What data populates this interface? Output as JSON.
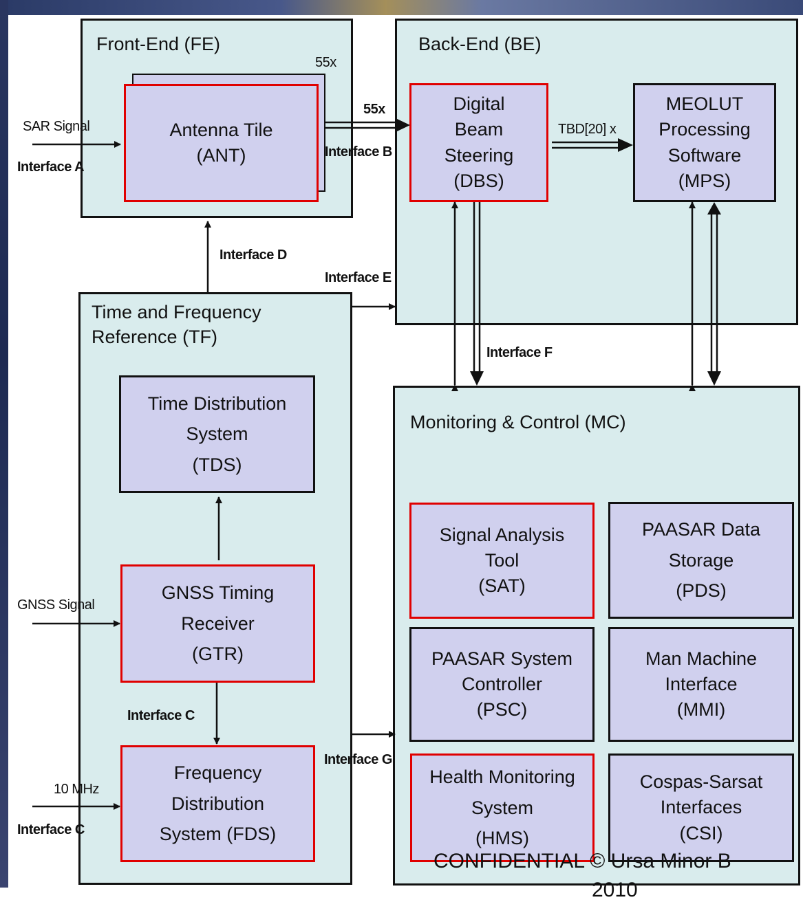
{
  "front_end": {
    "title": "Front-End (FE)",
    "multiplier": "55x",
    "antenna_tile": "Antenna Tile\n(ANT)"
  },
  "back_end": {
    "title": "Back-End (BE)",
    "dbs": "Digital\nBeam\nSteering\n(DBS)",
    "mps": "MEOLUT\nProcessing\nSoftware\n(MPS)"
  },
  "time_freq": {
    "title": "Time and Frequency\nReference (TF)",
    "tds": "Time Distribution\nSystem\n(TDS)",
    "gtr": "GNSS Timing\nReceiver\n(GTR)",
    "fds": "Frequency\nDistribution\nSystem (FDS)"
  },
  "monitoring": {
    "title": "Monitoring & Control (MC)",
    "sat": "Signal Analysis\nTool\n(SAT)",
    "pds": "PAASAR Data\nStorage\n(PDS)",
    "psc": "PAASAR System\nController\n(PSC)",
    "mmi": "Man Machine\nInterface\n(MMI)",
    "hms": "Health Monitoring\nSystem\n(HMS)",
    "csi": "Cospas-Sarsat\nInterfaces\n(CSI)"
  },
  "labels": {
    "sar_signal": "SAR Signal",
    "interface_a": "Interface A",
    "ant_to_dbs": "55x",
    "interface_b": "Interface B",
    "tbd": "TBD[20] x",
    "interface_d": "Interface D",
    "interface_e": "Interface E",
    "interface_f": "Interface F",
    "gnss_signal": "GNSS Signal",
    "interface_c_inner": "Interface C",
    "ten_mhz": "10 MHz",
    "interface_c_outer": "Interface C",
    "interface_g": "Interface G"
  },
  "footer": {
    "line1": "CONFIDENTIAL © Ursa Minor B",
    "line2": "2010"
  }
}
